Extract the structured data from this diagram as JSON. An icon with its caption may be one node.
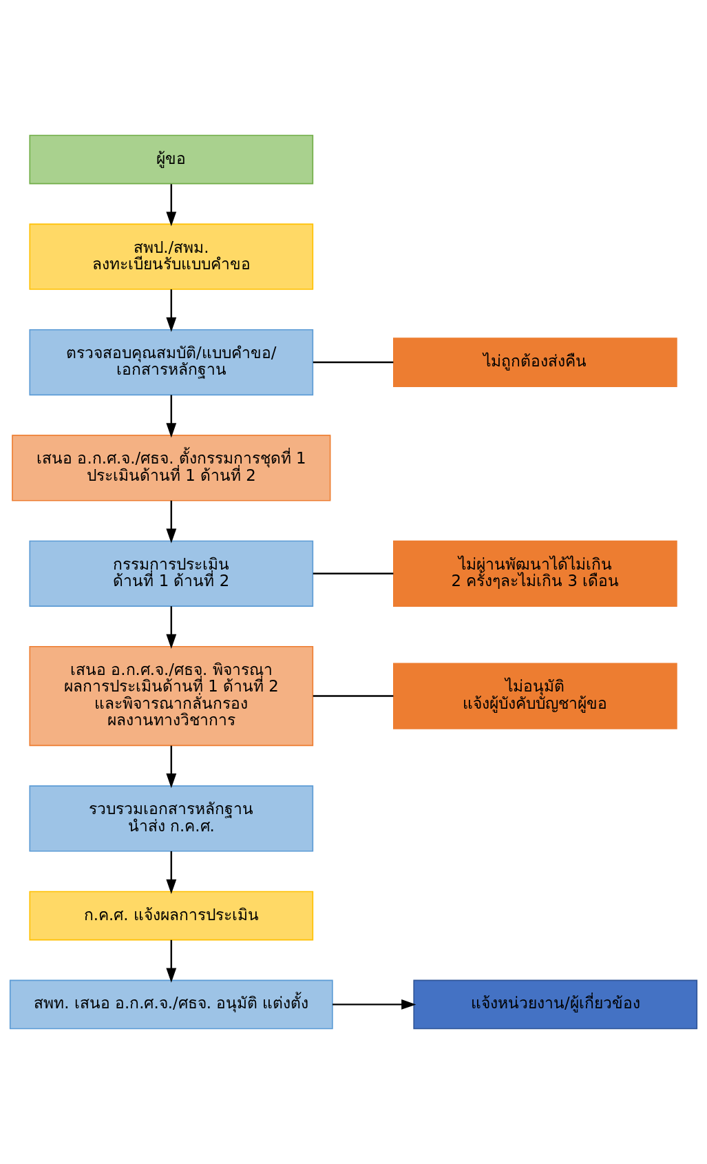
{
  "diagram": {
    "nodes": [
      {
        "text": [
          "ผู้ขอ"
        ]
      },
      {
        "text": [
          "สพป./สพม.",
          "ลงทะเบียนรับแบบคำขอ"
        ]
      },
      {
        "text": [
          "ตรวจสอบคุณสมบัติ/แบบคำขอ/",
          "เอกสารหลักฐาน"
        ]
      },
      {
        "text": [
          "ไม่ถูกต้องส่งคืน"
        ]
      },
      {
        "text": [
          "เสนอ อ.ก.ศ.จ./ศธจ. ตั้งกรรมการชุดที่ 1",
          "ประเมินด้านที่ 1 ด้านที่ 2"
        ]
      },
      {
        "text": [
          "กรรมการประเมิน",
          "ด้านที่ 1 ด้านที่ 2"
        ]
      },
      {
        "text": [
          "ไม่ผ่านพัฒนาได้ไม่เกิน",
          "2 ครั้งๆละไม่เกิน 3 เดือน"
        ]
      },
      {
        "text": [
          "เสนอ อ.ก.ศ.จ./ศธจ. พิจารณา",
          "ผลการประเมินด้านที่ 1 ด้านที่ 2",
          "และพิจารณากลั่นกรอง",
          "ผลงานทางวิชาการ"
        ]
      },
      {
        "text": [
          "ไม่อนุมัติ",
          "แจ้งผู้บังคับบัญชาผู้ขอ"
        ]
      },
      {
        "text": [
          "รวบรวมเอกสารหลักฐาน",
          "นำส่ง ก.ค.ศ."
        ]
      },
      {
        "text": [
          "ก.ค.ศ. แจ้งผลการประเมิน"
        ]
      },
      {
        "text": [
          "สพท. เสนอ อ.ก.ศ.จ./ศธจ. อนุมัติ แต่งตั้ง"
        ]
      },
      {
        "text": [
          "แจ้งหน่วยงาน/ผู้เกี่ยวข้อง"
        ]
      }
    ],
    "edges": [
      {
        "from": 0,
        "to": 1,
        "arrow": "to"
      },
      {
        "from": 1,
        "to": 2,
        "arrow": "to"
      },
      {
        "from": 2,
        "to": 3,
        "arrow": "none"
      },
      {
        "from": 2,
        "to": 4,
        "arrow": "to"
      },
      {
        "from": 4,
        "to": 5,
        "arrow": "to"
      },
      {
        "from": 5,
        "to": 6,
        "arrow": "none"
      },
      {
        "from": 5,
        "to": 7,
        "arrow": "to"
      },
      {
        "from": 7,
        "to": 8,
        "arrow": "none"
      },
      {
        "from": 7,
        "to": 9,
        "arrow": "to"
      },
      {
        "from": 9,
        "to": 10,
        "arrow": "to"
      },
      {
        "from": 10,
        "to": 11,
        "arrow": "to"
      },
      {
        "from": 11,
        "to": 12,
        "arrow": "to"
      }
    ]
  }
}
